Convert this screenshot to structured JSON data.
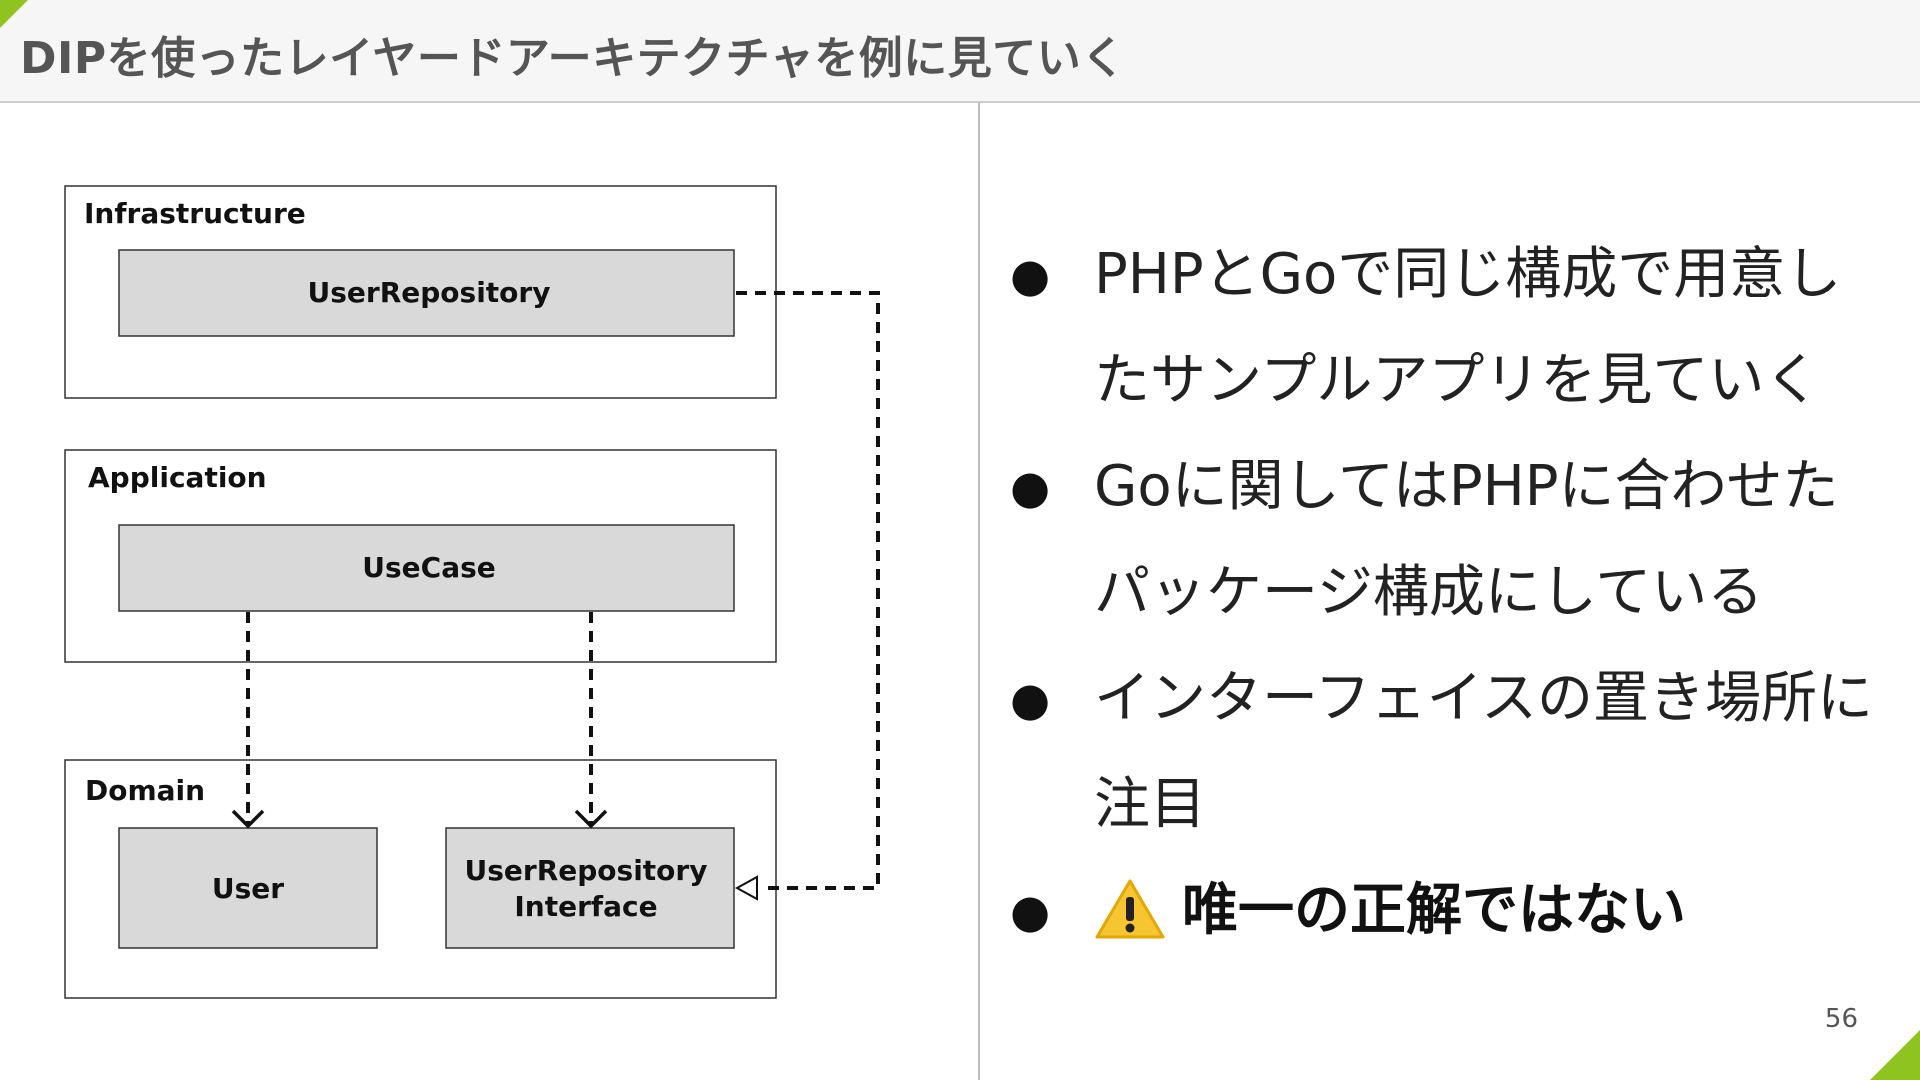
{
  "header": {
    "title": "DIPを使ったレイヤードアーキテクチャを例に見ていく"
  },
  "diagram": {
    "layers": [
      {
        "name": "Infrastructure",
        "components": [
          "UserRepository"
        ]
      },
      {
        "name": "Application",
        "components": [
          "UseCase"
        ]
      },
      {
        "name": "Domain",
        "components": [
          "User",
          "UserRepository Interface"
        ]
      }
    ],
    "component_labels": {
      "user_repository": "UserRepository",
      "use_case": "UseCase",
      "user": "User",
      "user_repository_interface_line1": "UserRepository",
      "user_repository_interface_line2": "Interface"
    },
    "dependencies": [
      {
        "from": "UseCase",
        "to": "User",
        "style": "dashed",
        "head": "open-arrow"
      },
      {
        "from": "UseCase",
        "to": "UserRepository Interface",
        "style": "dashed",
        "head": "open-arrow"
      },
      {
        "from": "UserRepository",
        "to": "UserRepository Interface",
        "style": "dashed",
        "head": "hollow-triangle"
      }
    ]
  },
  "bullets": [
    {
      "text": "PHPとGoで同じ構成で用意したサンプルアプリを見ていく",
      "emphasis": false
    },
    {
      "text": "Goに関してはPHPに合わせたパッケージ構成にしている",
      "emphasis": false
    },
    {
      "text": "インターフェイスの置き場所に注目",
      "emphasis": false
    },
    {
      "text": "唯一の正解ではない",
      "emphasis": true,
      "icon": "warning-icon"
    }
  ],
  "page_number": "56",
  "colors": {
    "accent": "#8fc31f",
    "header_bg": "#f6f6f6",
    "component_fill": "#d9d9d9",
    "title_text": "#555555",
    "warning_yellow": "#f7c531"
  }
}
